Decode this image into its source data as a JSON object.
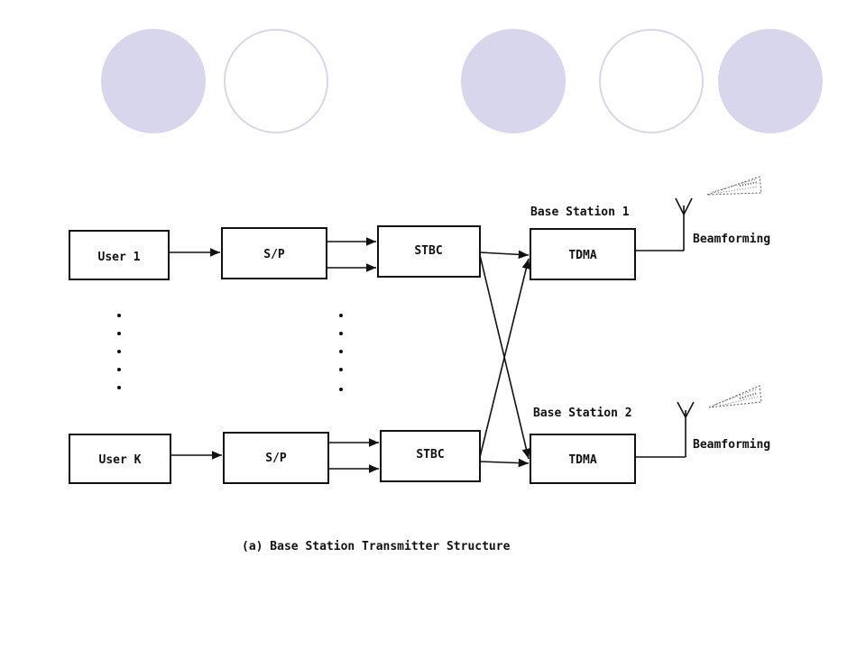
{
  "decor": {
    "circle_color": "#d7d6ec"
  },
  "blocks": {
    "user_1": "User 1",
    "user_k": "User K",
    "sp_1": "S/P",
    "sp_2": "S/P",
    "stbc_1": "STBC",
    "stbc_2": "STBC",
    "tdma_1": "TDMA",
    "tdma_2": "TDMA"
  },
  "labels": {
    "base_station_1": "Base Station 1",
    "base_station_2": "Base Station 2",
    "beamforming_1": "Beamforming",
    "beamforming_2": "Beamforming"
  },
  "caption": "(a) Base Station Transmitter Structure"
}
